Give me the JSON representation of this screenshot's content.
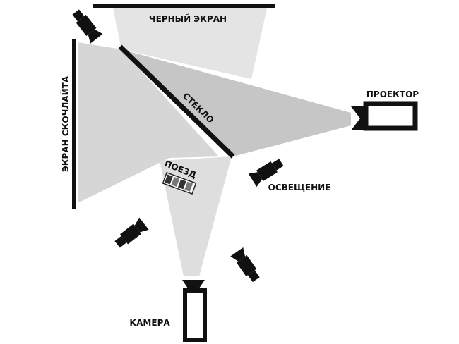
{
  "labels": {
    "black_screen": "ЧЕРНЫЙ ЭКРАН",
    "scotchlite_screen": "ЭКРАН СКОЧЛАЙТА",
    "glass": "СТЕКЛО",
    "projector": "ПРОЕКТОР",
    "train": "ПОЕЗД",
    "lighting": "ОСВЕЩЕНИЕ",
    "camera": "КАМЕРА"
  },
  "colors": {
    "ink": "#111111",
    "beam_light": "#e2e2e2",
    "beam_mid": "#d0d0d0",
    "beam_dark": "#c2c2c2",
    "background": "#ffffff"
  },
  "icons": [
    "light-icon",
    "projector-icon",
    "camera-icon",
    "train-icon"
  ]
}
